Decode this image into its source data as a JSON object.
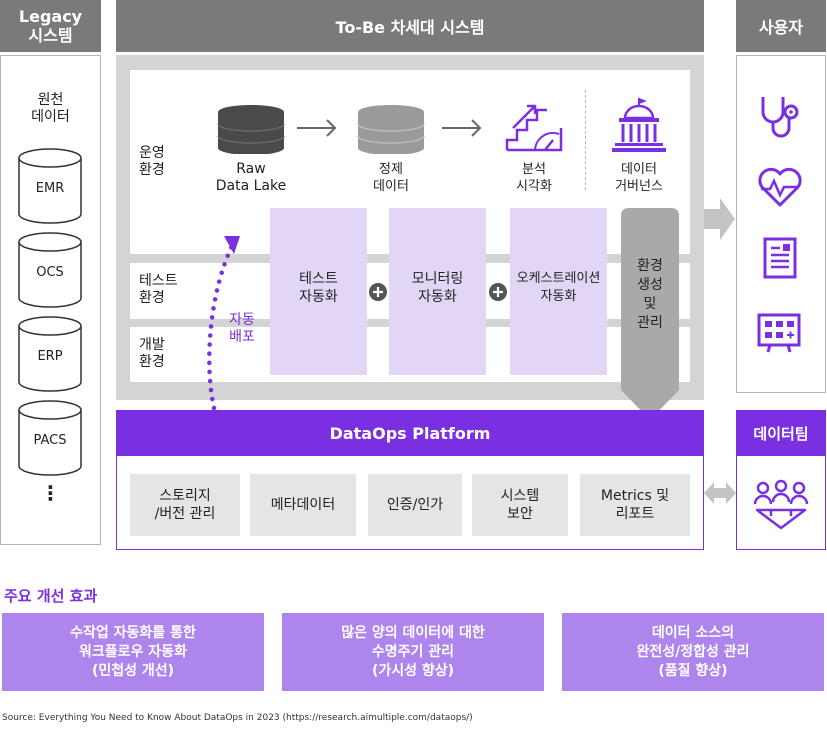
{
  "legacy": {
    "title_line1": "Legacy",
    "title_line2": "시스템",
    "source_label_line1": "원천",
    "source_label_line2": "데이터",
    "sources": [
      "EMR",
      "OCS",
      "ERP",
      "PACS"
    ],
    "more": "⋮"
  },
  "tobe": {
    "title": "To-Be 차세대 시스템",
    "pipeline": [
      {
        "icon": "database-dark-icon",
        "line1": "Raw",
        "line2": "Data Lake"
      },
      {
        "icon": "database-grey-icon",
        "line1": "정제",
        "line2": "데이터"
      },
      {
        "icon": "analytics-chart-icon",
        "line1": "분석",
        "line2": "시각화"
      },
      {
        "icon": "government-building-icon",
        "line1": "데이터",
        "line2": "거버넌스"
      }
    ],
    "environments": {
      "ops_line1": "운영",
      "ops_line2": "환경",
      "test_line1": "테스트",
      "test_line2": "환경",
      "dev_line1": "개발",
      "dev_line2": "환경"
    },
    "auto_deploy_line1": "자동",
    "auto_deploy_line2": "배포",
    "automation": [
      {
        "line1": "테스트",
        "line2": "자동화"
      },
      {
        "line1": "모니터링",
        "line2": "자동화"
      },
      {
        "line1": "오케스트레이션",
        "line2": "자동화"
      }
    ],
    "env_mgmt": {
      "line1": "환경",
      "line2": "생성",
      "line3": "및",
      "line4": "관리"
    }
  },
  "platform": {
    "title": "DataOps Platform",
    "modules": [
      {
        "line1": "스토리지",
        "line2": "/버전 관리"
      },
      {
        "line1": "메타데이터",
        "line2": ""
      },
      {
        "line1": "인증/인가",
        "line2": ""
      },
      {
        "line1": "시스템",
        "line2": "보안"
      },
      {
        "line1": "Metrics 및",
        "line2": "리포트"
      }
    ]
  },
  "users": {
    "title": "사용자",
    "icons": [
      "stethoscope-icon",
      "heart-pulse-icon",
      "document-icon",
      "dashboard-icon"
    ]
  },
  "data_team": {
    "title": "데이터팀",
    "icon": "team-icon"
  },
  "benefits": {
    "title": "주요 개선 효과",
    "items": [
      {
        "line1": "수작업 자동화를 통한",
        "line2": "워크플로우 자동화",
        "line3": "(민첩성 개선)"
      },
      {
        "line1": "많은 양의 데이터에 대한",
        "line2": "수명주기 관리",
        "line3": "(가시성 향상)"
      },
      {
        "line1": "데이터 소스의",
        "line2": "완전성/정합성 관리",
        "line3": "(품질 향상)"
      }
    ]
  },
  "source_note": "Source: Everything You Need to Know About DataOps in 2023 (https://research.aimultiple.com/dataops/)",
  "colors": {
    "header_grey": "#7a7a7a",
    "purple_dark": "#7a2fe0",
    "purple_light": "#ad85ec",
    "lavender": "#e2d5f6"
  }
}
